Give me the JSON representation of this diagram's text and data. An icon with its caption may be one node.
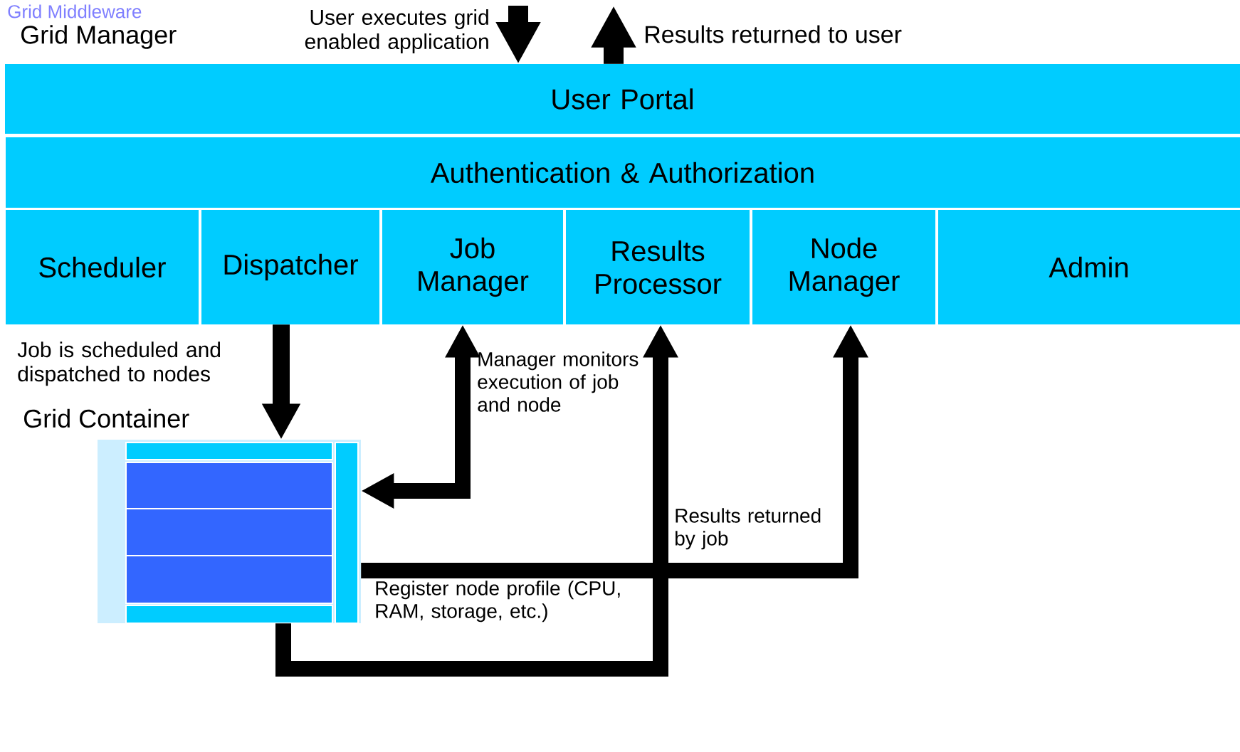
{
  "diagram": {
    "title": "Grid Middleware",
    "nodes": [
      {
        "text": [
          "User Portal"
        ]
      },
      {
        "text": [
          "Authentication & Authorization"
        ]
      },
      {
        "text": [
          "Scheduler"
        ]
      },
      {
        "text": [
          "Dispatcher"
        ]
      },
      {
        "text": [
          "Job Manager"
        ]
      },
      {
        "text": [
          "Results Processor"
        ]
      },
      {
        "text": [
          "Node Manager"
        ]
      },
      {
        "text": [
          "Admin"
        ]
      },
      {
        "text": [],
        "shape": "box",
        "beside": [
          "Grid Container"
        ]
      }
    ],
    "edges": [
      {
        "from": null,
        "to": 0,
        "arrow": "to",
        "label": "User executes grid enabled application"
      },
      {
        "from": 0,
        "to": null,
        "arrow": "to",
        "label": "Results returned to user"
      },
      {
        "from": 3,
        "to": 8,
        "arrow": "to",
        "label": "Job is scheduled and dispatched to nodes"
      },
      {
        "from": 8,
        "to": 4,
        "arrow": "both",
        "label": "Manager monitors execution of job and node"
      },
      {
        "from": 8,
        "to": 5,
        "arrow": "to",
        "label": "Results returned by job"
      },
      {
        "from": 8,
        "to": 6,
        "arrow": "to",
        "label": "Register node profile (CPU, RAM, storage, etc.)"
      }
    ],
    "labels": [
      "Grid Manager"
    ]
  }
}
